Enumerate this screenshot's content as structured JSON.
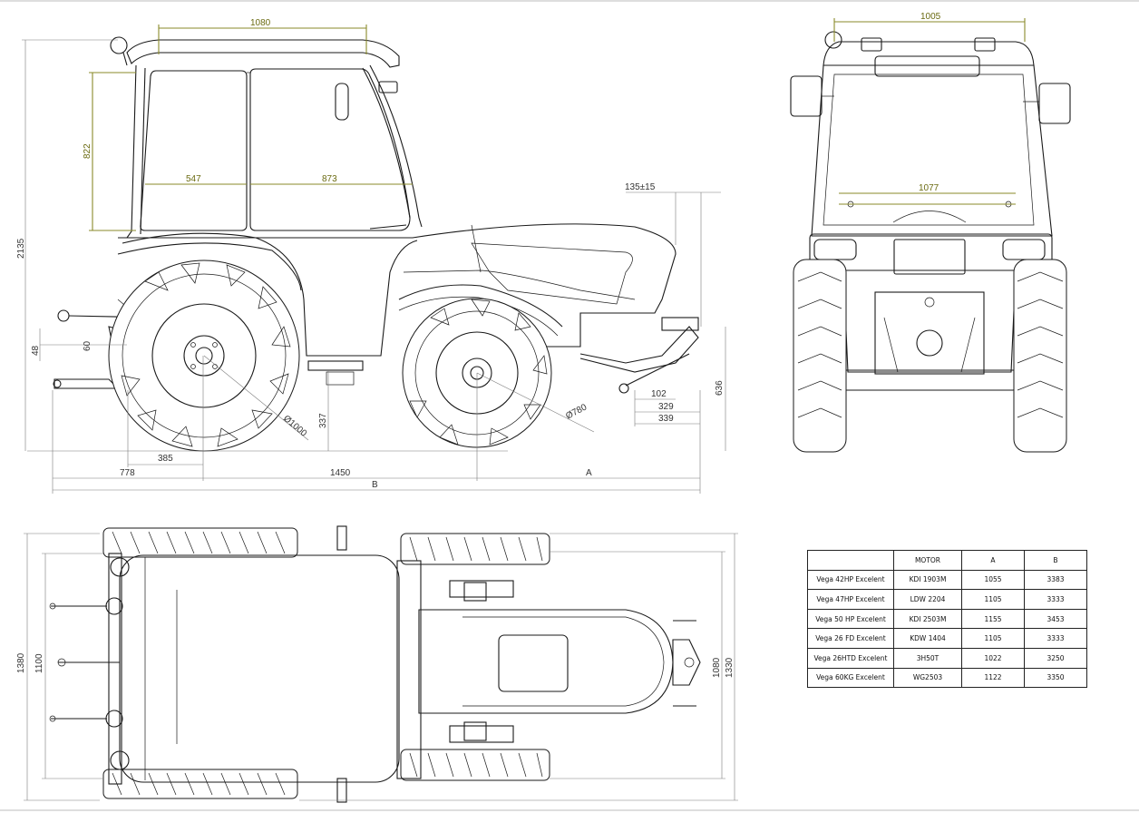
{
  "side_view": {
    "dimensions": {
      "cab_top": "1080",
      "cab_window_height": "822",
      "front_window": "547",
      "rear_window": "873",
      "total_height": "2135",
      "hitch_offset": "135±15",
      "left_48": "48",
      "left_60": "60",
      "rear_wheel_dia": "Ø1000",
      "front_wheel_dia": "Ø780",
      "ground_clearance": "337",
      "front_636": "636",
      "front_102": "102",
      "front_329": "329",
      "front_339": "339",
      "rear_385": "385",
      "rear_778": "778",
      "wheelbase": "1450",
      "front_overhang": "A",
      "total_length": "B"
    }
  },
  "front_view": {
    "dimensions": {
      "top_width": "1005",
      "inner_width": "1077"
    }
  },
  "top_view": {
    "dimensions": {
      "outer_width": "1380",
      "inner_width": "1100",
      "right_1080": "1080",
      "right_1330": "1330"
    }
  },
  "spec_table": {
    "headers": [
      "",
      "MOTOR",
      "A",
      "B"
    ],
    "rows": [
      [
        "Vega 42HP Excelent",
        "KDI 1903M",
        "1055",
        "3383"
      ],
      [
        "Vega 47HP Excelent",
        "LDW 2204",
        "1105",
        "3333"
      ],
      [
        "Vega 50 HP Excelent",
        "KDI 2503M",
        "1155",
        "3453"
      ],
      [
        "Vega 26 FD Excelent",
        "KDW 1404",
        "1105",
        "3333"
      ],
      [
        "Vega 26HTD Excelent",
        "3H50T",
        "1022",
        "3250"
      ],
      [
        "Vega 60KG Excelent",
        "WG2503",
        "1122",
        "3350"
      ]
    ]
  }
}
